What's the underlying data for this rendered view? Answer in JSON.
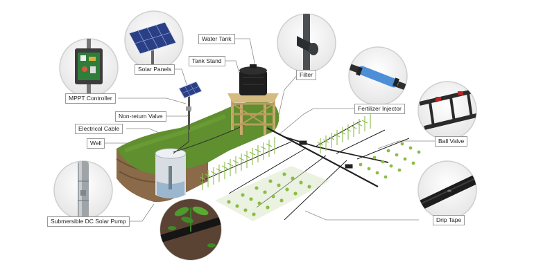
{
  "labels": {
    "water_tank": "Water Tank",
    "tank_stand": "Tank Stand",
    "solar_panels": "Solar Panels",
    "mppt_controller": "MPPT Controller",
    "non_return_valve": "Non-return Valve",
    "electrical_cable": "Electrical Cable",
    "well": "Well",
    "filter": "Filter",
    "fertilizer_injector": "Fertilizer Injector",
    "ball_valve": "Ball Valve",
    "drip_tape": "Drip Tape",
    "submersible_pump": "Submersible DC Solar Pump"
  },
  "colors": {
    "grass": "#5f8f2e",
    "soil": "#8a6a48",
    "tank": "#1e1e1e",
    "stand": "#c8a96c",
    "panel": "#2a3f86",
    "pipe": "#222222",
    "plants": "#8bbd46",
    "callout_ring": "#cfcfcf"
  }
}
